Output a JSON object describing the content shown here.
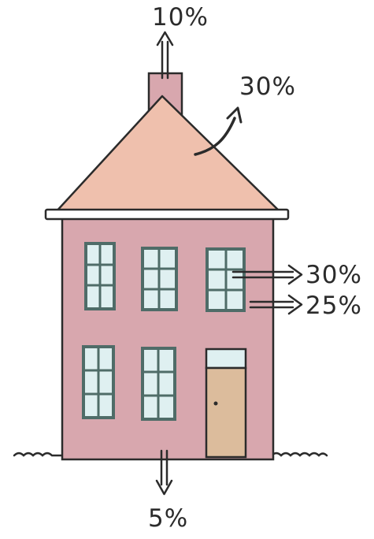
{
  "heat_loss": {
    "chimney": "10%",
    "roof": "30%",
    "windows": "30%",
    "walls": "25%",
    "floor": "5%"
  },
  "colors": {
    "wall": "#d8a7ae",
    "roof": "#efc0ad",
    "door": "#dcbc9c",
    "glass": "#dff0f1",
    "frame": "#4f6c68",
    "outline": "#2b2b2b",
    "ground": "#2b2b2b"
  }
}
